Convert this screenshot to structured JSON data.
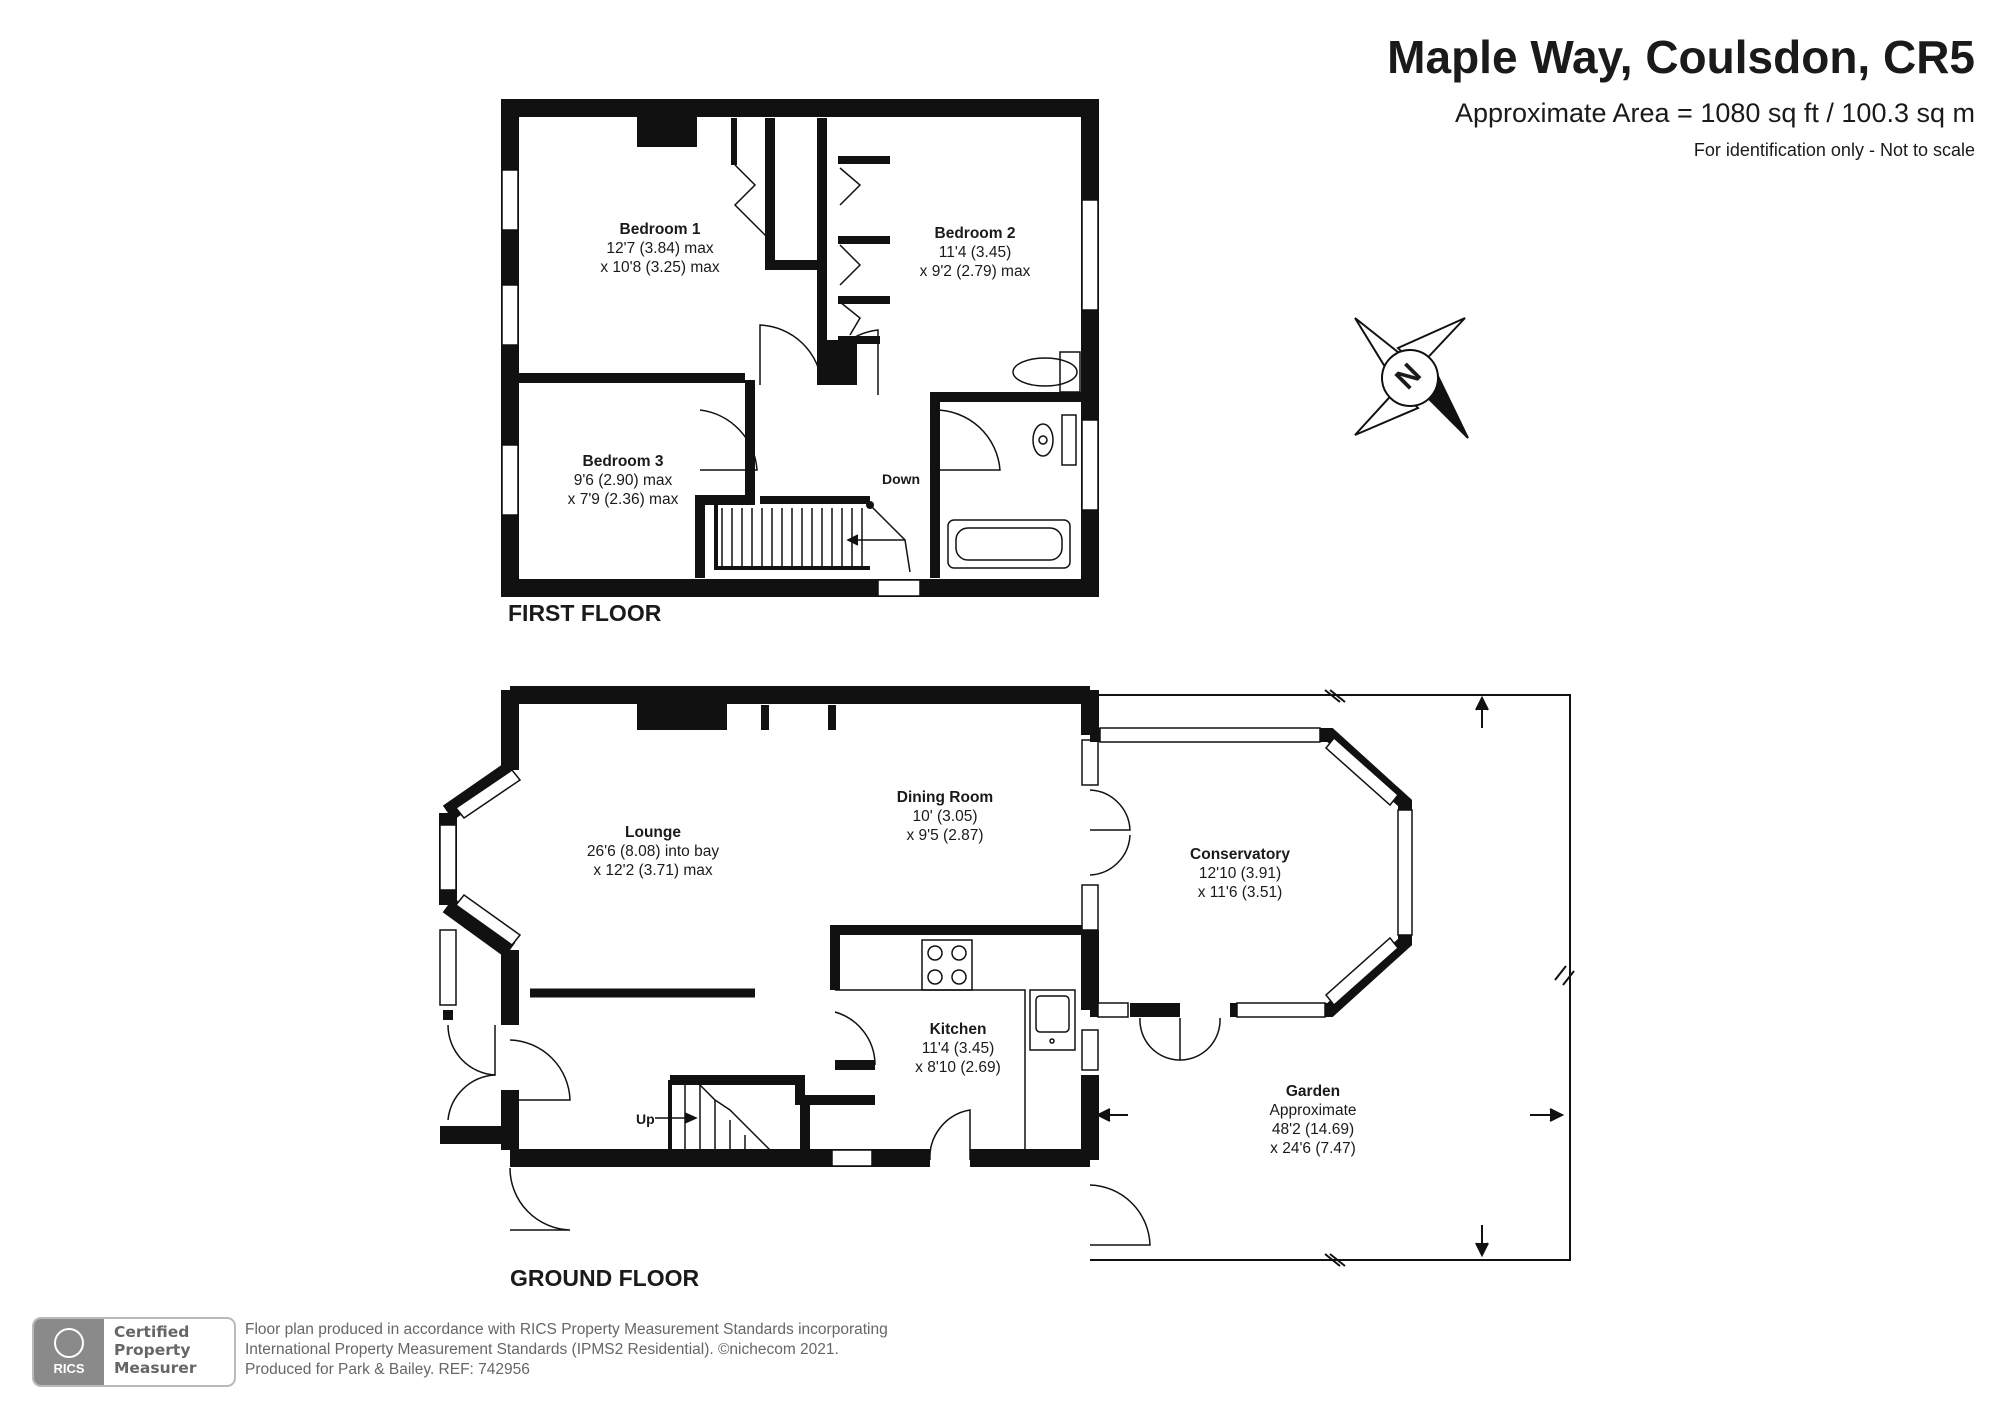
{
  "header": {
    "title": "Maple Way, Coulsdon, CR5",
    "area": "Approximate Area = 1080 sq ft / 100.3 sq m",
    "note": "For identification only - Not to scale"
  },
  "compass": {
    "label": "N",
    "icon": "north-arrow-icon"
  },
  "first_floor": {
    "label": "FIRST FLOOR",
    "rooms": [
      {
        "id": "bedroom-1",
        "name": "Bedroom 1",
        "dims": [
          "12'7 (3.84) max",
          "x 10'8 (3.25) max"
        ]
      },
      {
        "id": "bedroom-2",
        "name": "Bedroom 2",
        "dims": [
          "11'4 (3.45)",
          "x 9'2 (2.79) max"
        ]
      },
      {
        "id": "bedroom-3",
        "name": "Bedroom 3",
        "dims": [
          "9'6 (2.90) max",
          "x 7'9 (2.36) max"
        ]
      }
    ],
    "stairs_label": "Down"
  },
  "ground_floor": {
    "label": "GROUND FLOOR",
    "rooms": [
      {
        "id": "lounge",
        "name": "Lounge",
        "dims": [
          "26'6 (8.08) into bay",
          "x 12'2 (3.71) max"
        ]
      },
      {
        "id": "dining-room",
        "name": "Dining Room",
        "dims": [
          "10' (3.05)",
          "x 9'5 (2.87)"
        ]
      },
      {
        "id": "conservatory",
        "name": "Conservatory",
        "dims": [
          "12'10 (3.91)",
          "x 11'6 (3.51)"
        ]
      },
      {
        "id": "kitchen",
        "name": "Kitchen",
        "dims": [
          "11'4 (3.45)",
          "x 8'10 (2.69)"
        ]
      },
      {
        "id": "garden",
        "name": "Garden",
        "dims": [
          "Approximate",
          "48'2 (14.69)",
          "x 24'6 (7.47)"
        ]
      }
    ],
    "stairs_label": "Up"
  },
  "badge": {
    "org": "RICS",
    "lines": [
      "Certified",
      "Property",
      "Measurer"
    ],
    "colors": {
      "panel": "#8a8a8a",
      "border": "#b9b9b9"
    }
  },
  "footer": {
    "lines": [
      "Floor plan produced in accordance with RICS Property Measurement Standards incorporating",
      "International Property Measurement Standards (IPMS2 Residential).   ©nichecom 2021.",
      "Produced for Park & Bailey.   REF:  742956"
    ]
  },
  "colors": {
    "wall": "#111111",
    "window": "#ffffff",
    "text": "#1a1a1a",
    "muted": "#666666"
  }
}
